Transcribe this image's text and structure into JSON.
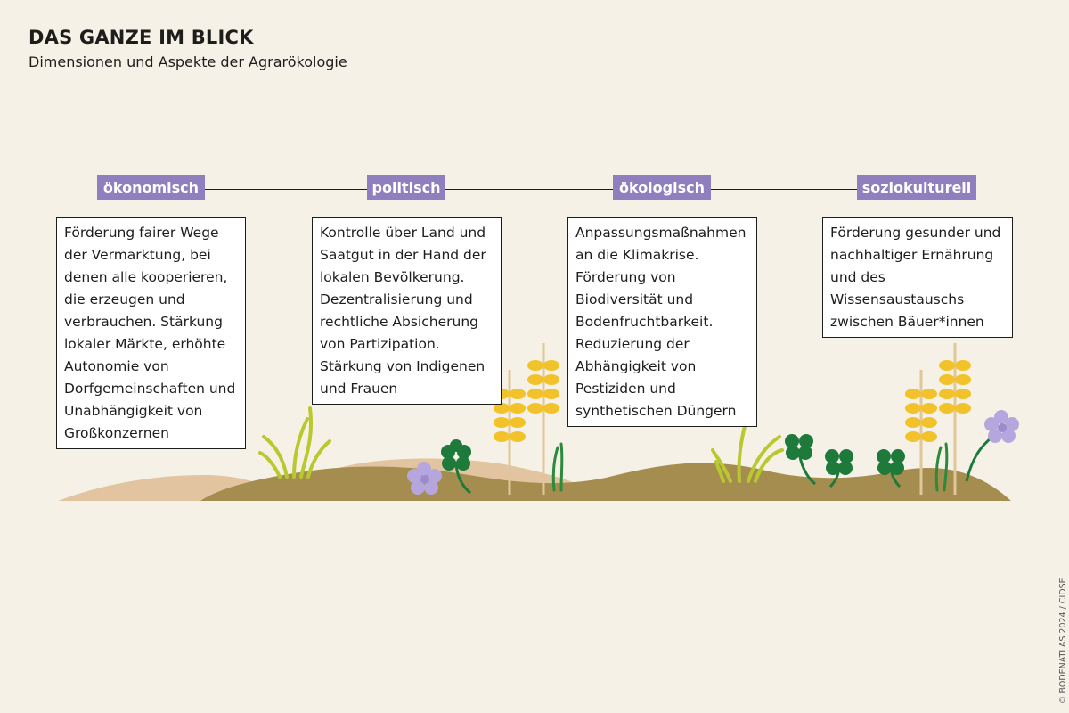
{
  "header": {
    "title": "DAS GANZE IM BLICK",
    "subtitle": "Dimensionen und Aspekte der Agrarökologie"
  },
  "dimensions": [
    {
      "tag": "ökonomisch",
      "text": "Förderung fairer Wege der Vermarktung, bei denen alle kooperieren, die erzeugen und verbrauchen. Stärkung lokaler Märkte, erhöhte Autonomie von Dorfgemeinschaften und Unabhängigkeit von Großkonzernen"
    },
    {
      "tag": "politisch",
      "text": "Kontrolle über Land und Saatgut in der Hand der lokalen Bevölkerung. Dezentralisierung und rechtliche Absicherung von Partizipation. Stärkung von Indigenen und Frauen"
    },
    {
      "tag": "ökologisch",
      "text": "Anpassungsmaßnahmen an die Klimakrise. Förderung von Biodiversität und Bodenfruchtbarkeit. Reduzierung der Abhängigkeit von Pestiziden und synthetischen Düngern"
    },
    {
      "tag": "soziokulturell",
      "text": "Förderung gesunder und nachhaltiger Ernährung und des Wissensaustauschs zwischen Bäuer*innen"
    }
  ],
  "credit": "© BODENATLAS 2024 / CIDSE",
  "colors": {
    "background": "#f6f1e7",
    "tag": "#8f7fbe",
    "soil_dark": "#a58c4f",
    "soil_light": "#e2c4a0",
    "wheat": "#f2c22a",
    "clover": "#1d7a3a",
    "grass": "#b7c92e",
    "flower": "#b5a7dd"
  },
  "icons": [
    "wheat-icon",
    "clover-icon",
    "flower-icon",
    "grass-icon"
  ]
}
